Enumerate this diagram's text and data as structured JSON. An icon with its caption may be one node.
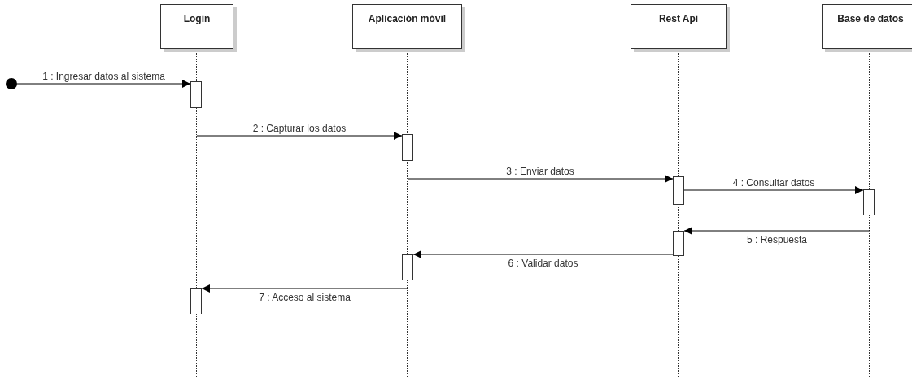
{
  "diagram": {
    "nodes": [
      {
        "text": [
          "Login"
        ]
      },
      {
        "text": [
          "Aplicación móvil"
        ]
      },
      {
        "text": [
          "Rest Api"
        ]
      },
      {
        "text": [
          "Base de datos"
        ]
      },
      {
        "text": [],
        "shape": "circle"
      },
      {
        "text": [],
        "shape": "bar"
      },
      {
        "text": [],
        "shape": "bar"
      },
      {
        "text": [],
        "shape": "bar"
      },
      {
        "text": [],
        "shape": "bar"
      },
      {
        "text": [],
        "shape": "bar"
      },
      {
        "text": [],
        "shape": "bar"
      },
      {
        "text": [],
        "shape": "bar"
      },
      {
        "text": [],
        "shape": "line"
      },
      {
        "text": [],
        "shape": "line"
      },
      {
        "text": [],
        "shape": "line"
      },
      {
        "text": [],
        "shape": "line"
      }
    ],
    "edges": [
      {
        "from": 4,
        "to": 5,
        "arrow": "to",
        "label": "1 : Ingresar datos al sistema"
      },
      {
        "from": 12,
        "to": 6,
        "arrow": "to",
        "label": "2 : Capturar los datos"
      },
      {
        "from": 13,
        "to": 7,
        "arrow": "to",
        "label": "3 : Enviar datos"
      },
      {
        "from": 7,
        "to": 8,
        "arrow": "to",
        "label": "4 : Consultar datos"
      },
      {
        "from": 15,
        "to": 9,
        "arrow": "to",
        "label": "5 : Respuesta"
      },
      {
        "from": 9,
        "to": 10,
        "arrow": "to",
        "label": "6 : Validar datos"
      },
      {
        "from": 13,
        "to": 11,
        "arrow": "to",
        "label": "7 : Acceso al sistema"
      }
    ]
  }
}
